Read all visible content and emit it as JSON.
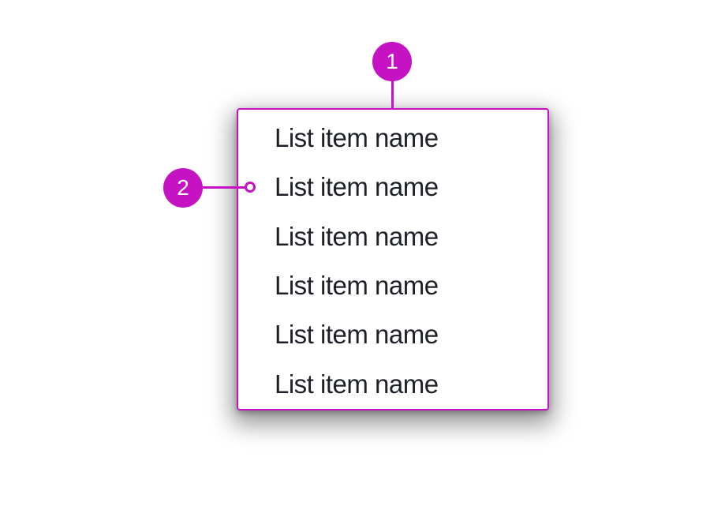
{
  "colors": {
    "annotation_accent": "#C513C4",
    "list_text": "#1D2127",
    "card_background": "#ffffff",
    "page_background": "#ffffff"
  },
  "list": {
    "items": [
      "List item name",
      "List item name",
      "List item name",
      "List item name",
      "List item name",
      "List item name"
    ]
  },
  "annotations": {
    "callout1": {
      "number": "1"
    },
    "callout2": {
      "number": "2"
    }
  }
}
